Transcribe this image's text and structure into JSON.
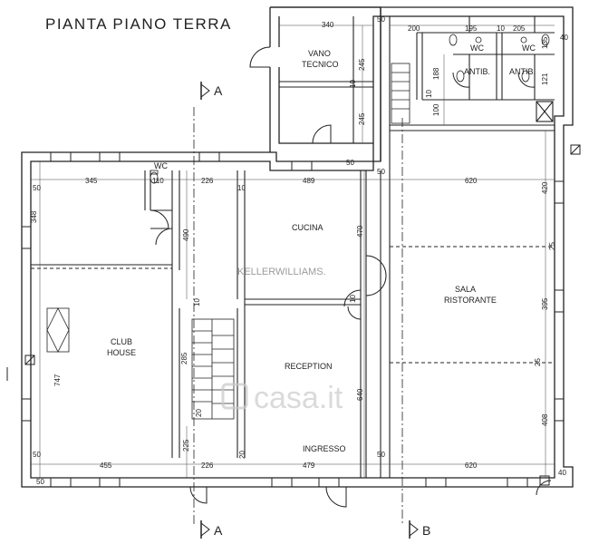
{
  "title": "PIANTA PIANO TERRA",
  "rooms": {
    "vano_tecnico_1": "VANO",
    "vano_tecnico_2": "TECNICO",
    "wc_left": "WC",
    "wc_right_1": "WC",
    "wc_right_2": "WC",
    "antib_1": "ANTIB.",
    "antib_2": "ANTIB.",
    "cucina": "CUCINA",
    "sala_1": "SALA",
    "sala_2": "RISTORANTE",
    "club_1": "CLUB",
    "club_2": "HOUSE",
    "reception": "RECEPTION",
    "ingresso": "INGRESSO"
  },
  "dimensions": {
    "d340": "340",
    "d50a": "50",
    "d200": "200",
    "d195": "195",
    "d10a": "10",
    "d205": "205",
    "d40a": "40",
    "d245a": "245",
    "d10b": "10",
    "d245b": "245",
    "d188": "188",
    "d100": "100",
    "d10c": "10",
    "d135": "135",
    "d121": "121",
    "d50b": "50",
    "d345": "345",
    "d110": "110",
    "d226a": "226",
    "d10d": "10",
    "d489": "489",
    "d50c": "50",
    "d620a": "620",
    "d420": "420",
    "d348": "348",
    "d490": "490",
    "d470": "470",
    "d10e": "10",
    "d395": "395",
    "d25a": "25",
    "d25b": "25",
    "d10f": "10",
    "d285": "285",
    "d747": "747",
    "d640": "640",
    "d408": "408",
    "d20a": "20",
    "d225": "225",
    "d20b": "20",
    "d50d": "50",
    "d455": "455",
    "d226b": "226",
    "d479": "479",
    "d620b": "620",
    "d50e": "50",
    "d40b": "40",
    "d50f": "50",
    "d50g": "50"
  },
  "sections": {
    "a_top": "A",
    "a_bottom": "A",
    "b_bottom": "B"
  },
  "watermarks": {
    "keller": "KELLERWILLIAMS.",
    "casa": "casa.it"
  }
}
